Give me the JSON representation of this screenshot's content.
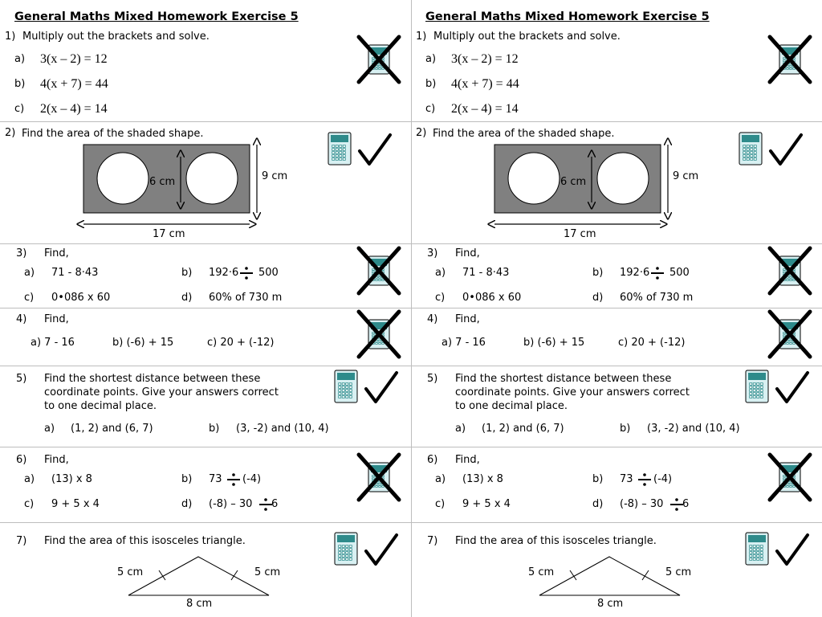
{
  "title": "General Maths Mixed Homework Exercise 5",
  "q1": {
    "num": "1)",
    "prompt": "Multiply out the brackets and solve.",
    "a_label": "a)",
    "a": "3(x – 2) = 12",
    "b_label": "b)",
    "b": "4(x + 7) = 44",
    "c_label": "c)",
    "c": "2(x – 4) = 14",
    "calculator": "not-allowed"
  },
  "q2": {
    "num": "2)",
    "prompt": "Find the area of the shaded shape.",
    "diameter": "6 cm",
    "height": "9 cm",
    "width": "17 cm",
    "shade_color": "#808080",
    "calculator": "allowed"
  },
  "q3": {
    "num": "3)",
    "prompt": "Find,",
    "a_label": "a)",
    "a": "71 - 8·43",
    "b_label": "b)",
    "b_left": "192·6",
    "b_right": "500",
    "c_label": "c)",
    "c": "0•086 x 60",
    "d_label": "d)",
    "d": "60% of 730 m",
    "calculator": "not-allowed"
  },
  "q4": {
    "num": "4)",
    "prompt": "Find,",
    "a": "a)  7 - 16",
    "b": "b)  (-6)  +  15",
    "c": "c)  20  +  (-12)",
    "calculator": "not-allowed"
  },
  "q5": {
    "num": "5)",
    "line1": "Find the shortest distance between these",
    "line2": "coordinate points.  Give your answers correct",
    "line3": "to one decimal place.",
    "a_label": "a)",
    "a": "(1, 2) and (6, 7)",
    "b_label": "b)",
    "b": "(3, -2) and (10, 4)",
    "calculator": "allowed"
  },
  "q6": {
    "num": "6)",
    "prompt": "Find,",
    "a_label": "a)",
    "a": "(13) x 8",
    "b_label": "b)",
    "b_left": "73",
    "b_right": "(-4)",
    "c_label": "c)",
    "c": "9 + 5 x 4",
    "d_label": "d)",
    "d_left": "(-8) – 30",
    "d_right": "6",
    "calculator": "not-allowed"
  },
  "q7": {
    "num": "7)",
    "prompt": "Find the area of this isosceles triangle.",
    "side_left": "5 cm",
    "side_right": "5 cm",
    "base": "8 cm",
    "calculator": "allowed"
  },
  "colors": {
    "calculator_screen": "#2e8b8b",
    "calculator_body": "#d8f0f2",
    "divider": "#bdbdbd"
  },
  "icons": {
    "allowed": "calculator-icon + check-icon",
    "not_allowed": "calculator-icon + cross-icon"
  }
}
